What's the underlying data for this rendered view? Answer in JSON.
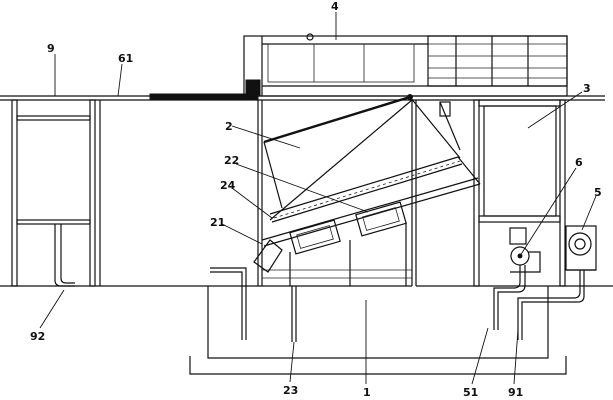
{
  "figure": {
    "labels": [
      {
        "id": "c1",
        "text": "1"
      },
      {
        "id": "c2",
        "text": "2"
      },
      {
        "id": "c21",
        "text": "21"
      },
      {
        "id": "c22",
        "text": "22"
      },
      {
        "id": "c23",
        "text": "23"
      },
      {
        "id": "c24",
        "text": "24"
      },
      {
        "id": "c3",
        "text": "3"
      },
      {
        "id": "c4",
        "text": "4"
      },
      {
        "id": "c5",
        "text": "5"
      },
      {
        "id": "c51",
        "text": "51"
      },
      {
        "id": "c6",
        "text": "6"
      },
      {
        "id": "c61",
        "text": "61"
      },
      {
        "id": "c9",
        "text": "9"
      },
      {
        "id": "c91",
        "text": "91"
      },
      {
        "id": "c92",
        "text": "92"
      }
    ]
  }
}
